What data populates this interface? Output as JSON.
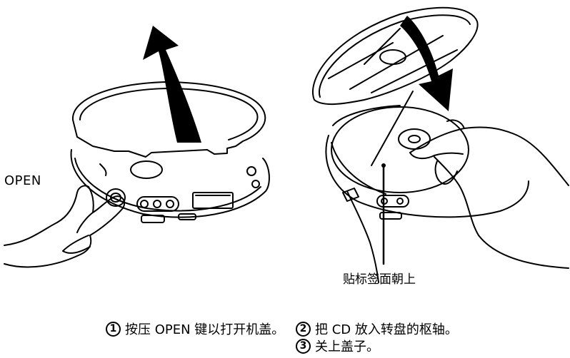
{
  "figure_left": {
    "open_label": "OPEN"
  },
  "figure_right": {
    "face_label": "贴标签面朝上"
  },
  "steps": [
    {
      "num": "1",
      "text": "按压 OPEN 键以打开机盖。"
    },
    {
      "num": "2",
      "text": "把 CD 放入转盘的枢轴。"
    },
    {
      "num": "3",
      "text": "关上盖子。"
    }
  ]
}
